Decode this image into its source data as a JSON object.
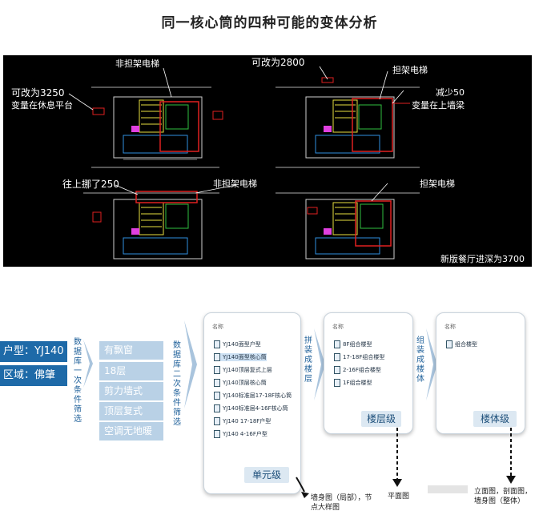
{
  "title": "同一核心筒的四种可能的变体分析",
  "cad_annotations": [
    {
      "text": "非担架电梯"
    },
    {
      "text": "可改为2800"
    },
    {
      "text": "担架电梯"
    },
    {
      "text": "可改为3250"
    },
    {
      "text": "变量在休息平台"
    },
    {
      "text": "减少50"
    },
    {
      "text": "变量在上墙梁"
    },
    {
      "text": "往上挪了250"
    },
    {
      "text": "非担架电梯"
    },
    {
      "text": "担架电梯"
    },
    {
      "text": "新版餐厅进深为3700"
    }
  ],
  "flow": {
    "tags": [
      "户型：YJ140",
      "区域：佛肇"
    ],
    "filter1": "数据库一次条件筛选",
    "conditions": [
      "有飘窗",
      "18层",
      "剪力墙式",
      "顶层复式",
      "空调无地暖"
    ],
    "filter2": "数据库二次条件筛选",
    "assemble1": "拼装成楼层",
    "assemble2": "组装成楼体",
    "panel_header": "名称",
    "unit_files": [
      "YJ140面型户型",
      "YJ140面型核心筒",
      "YJ140顶层复式上层",
      "YJ140顶层核心筒",
      "YJ140标准层17-18F核心筒",
      "YJ140标准层4-16F核心筒",
      "YJ140 17-18F户型",
      "YJ140 4-16F户型"
    ],
    "floor_files": [
      "8F组合楼型",
      "17-18F组合楼型",
      "2-16F组合楼型",
      "1F组合楼型"
    ],
    "building_files": [
      "组合楼型"
    ],
    "unit_label": "单元级",
    "floor_label": "楼层级",
    "building_label": "楼体级",
    "caption_unit": "墙身图（局部），节点大样图",
    "caption_floor": "平面图",
    "caption_building": "立面图，剖面图，墙身图（整体）"
  }
}
